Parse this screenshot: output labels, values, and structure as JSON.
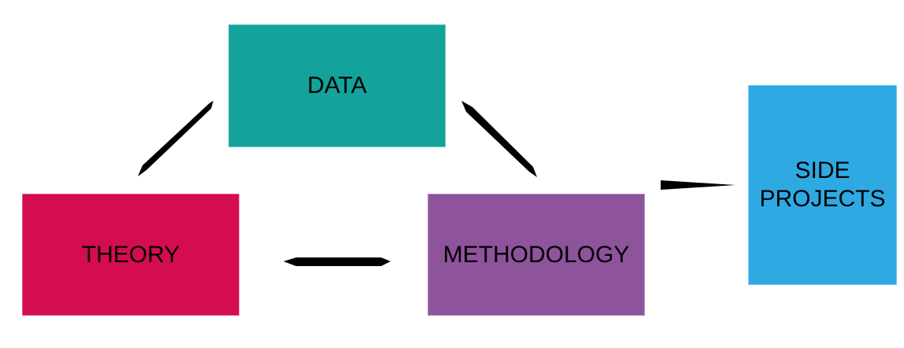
{
  "nodes": {
    "data": {
      "label": "DATA",
      "color": "#13a29c"
    },
    "theory": {
      "label": "THEORY",
      "color": "#d40d4e"
    },
    "methodology": {
      "label": "METHODOLOGY",
      "color": "#8e549b"
    },
    "side_projects": {
      "label": "SIDE\nPROJECTS",
      "color": "#2fa9e2"
    }
  },
  "connectors": [
    {
      "from": "theory",
      "to": "data",
      "style": "double-tapered"
    },
    {
      "from": "data",
      "to": "methodology",
      "style": "double-tapered"
    },
    {
      "from": "theory",
      "to": "methodology",
      "style": "double-tapered"
    },
    {
      "from": "methodology",
      "to": "side_projects",
      "style": "wedge"
    }
  ]
}
